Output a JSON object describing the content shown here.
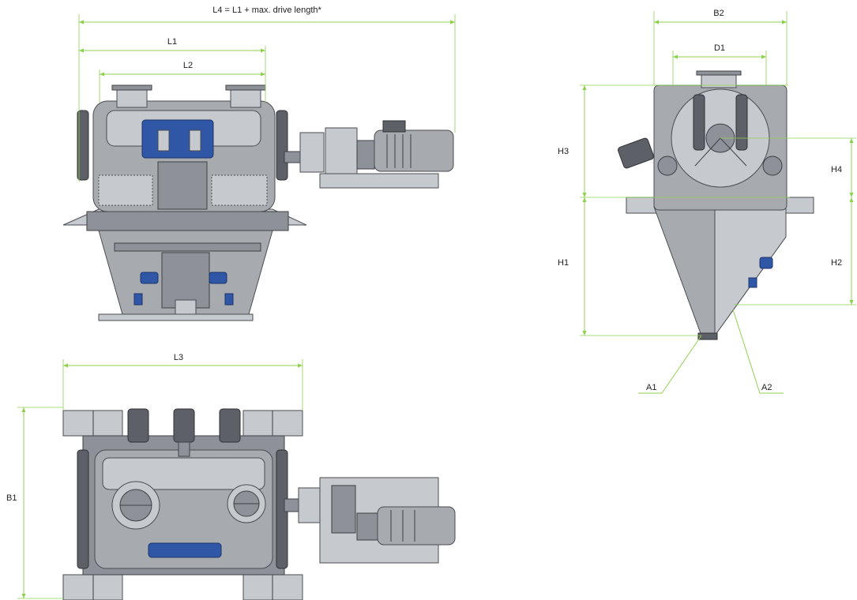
{
  "colors": {
    "dimension_line": "#8fd14f",
    "machine_body": "#a7abb0",
    "machine_highlight": "#c6c9cd",
    "accent_blue": "#2f57a6",
    "label_text": "#222222"
  },
  "labels": {
    "l4": "L4 = L1 + max. drive length*",
    "l1": "L1",
    "l2": "L2",
    "l3": "L3",
    "b1": "B1",
    "b2": "B2",
    "d1": "D1",
    "h1": "H1",
    "h2": "H2",
    "h3": "H3",
    "h4": "H4",
    "a1": "A1",
    "a2": "A2"
  }
}
